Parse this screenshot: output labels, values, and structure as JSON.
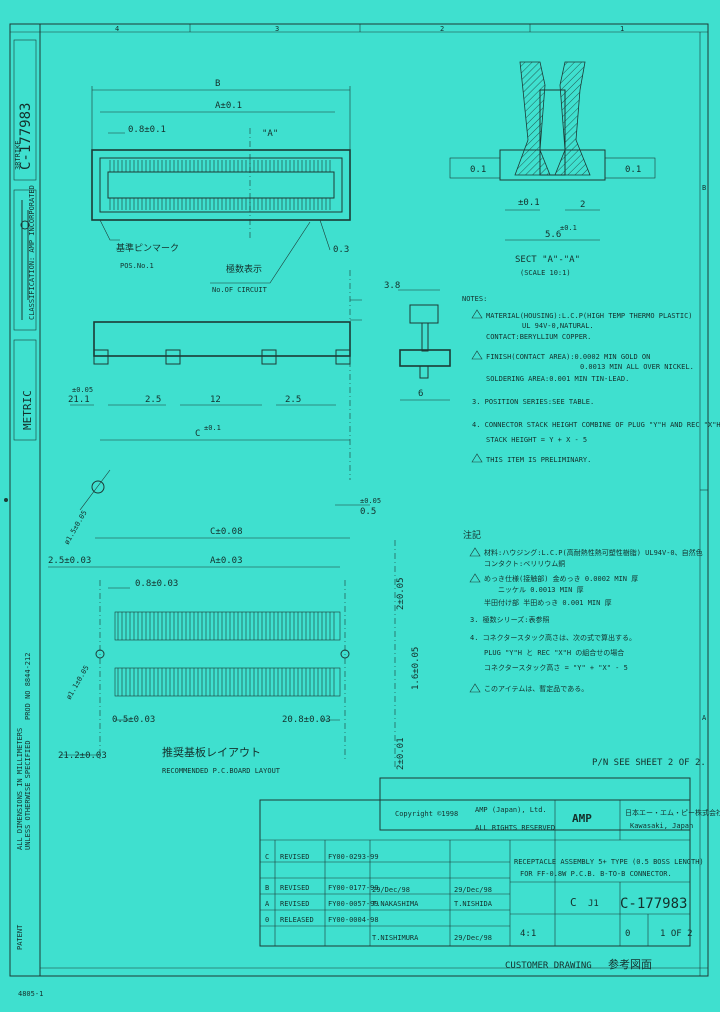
{
  "border": {
    "zones": [
      "4",
      "3",
      "2",
      "1"
    ],
    "rows": [
      "A",
      "B"
    ]
  },
  "side_stamps": {
    "drawing_no": "C-177983",
    "metric": "METRIC",
    "amp_logo": "AMP",
    "top_small": "3RTRIKE",
    "mid_small": "CLASSIFICATION: AMP INCORPORATED",
    "bottom_small": "ALL DIMENSIONS IN MILLIMETERS",
    "bottom_small2": "UNLESS OTHERWISE SPECIFIED",
    "doc_no": "PROD NO 8844-212",
    "bottom_corner": "PATENT",
    "footer_left": "4805-1"
  },
  "top_view": {
    "dim_b": "B",
    "dim_a": "A±0.1",
    "dim_pitch": "0.8±0.1",
    "section": "\"A\"",
    "pos1_jp": "基準ピンマーク",
    "pos1_en": "POS.No.1",
    "dim_03": "0.3",
    "circuits_jp": "極数表示",
    "circuits_en": "No.OF CIRCUIT"
  },
  "section_view": {
    "title": "SECT \"A\"-\"A\"",
    "scale": "(SCALE 10:1)",
    "dim_1": "±0.1",
    "dim_2": "2",
    "dim_56": "5.6",
    "dim_56_tol": "±0.1",
    "flat_label": "0.1"
  },
  "side_view": {
    "dim_c": "C",
    "dim_c_tol": "±0.1",
    "dim_21": "21.1",
    "dim_005": "±0.05",
    "dim_25a": "2.5",
    "dim_12": "12",
    "dim_25b": "2.5",
    "dim_005b": "±0.05",
    "dim_05": "0.5",
    "dim_38": "3.8",
    "dim_6": "6",
    "dia_hole": "ø1.5±0.05"
  },
  "notes": {
    "header": "NOTES:",
    "items": [
      "MATERIAL(HOUSING):L.C.P(HIGH TEMP THERMO PLASTIC)",
      "UL 94V-0,NATURAL.",
      "CONTACT:BERYLLIUM COPPER.",
      "FINISH(CONTACT AREA):0.0002 MIN GOLD ON",
      "0.0013 MIN ALL OVER NICKEL.",
      "SOLDERING AREA:0.001 MIN TIN-LEAD.",
      "3. POSITION SERIES:SEE TABLE.",
      "4. CONNECTOR STACK HEIGHT COMBINE OF PLUG \"Y\"H AND REC \"X\"H.",
      "STACK HEIGHT = Y + X - 5",
      "THIS ITEM IS PRELIMINARY."
    ],
    "jp_header": "注記",
    "jp_items": [
      "材料:ハウジング:L.C.P(高耐熱性熱可塑性樹脂) UL94V-0、自然色",
      "コンタクト:ベリリウム銅",
      "めっき仕様(接触部) 金めっき 0.0002 MIN 厚",
      "ニッケル 0.0013 MIN 厚",
      "半田付け部 半田めっき 0.001 MIN 厚",
      "3. 極数シリーズ:表参照",
      "4. コネクタースタック高さは、次の式で算出する。",
      "PLUG \"Y\"H と REC \"X\"H の組合せの場合",
      "コネクタースタック高さ = \"Y\" + \"X\" - 5",
      "このアイテムは、暫定品である。"
    ]
  },
  "pcb_layout": {
    "dim_c008": "C±0.08",
    "dim_25": "2.5±0.03",
    "dim_a": "A±0.03",
    "dim_08": "0.8±0.03",
    "dim_05": "0.5±0.03",
    "dim_208": "20.8±0.03",
    "dim_212": "21.2±0.03",
    "dim_2005": "2±0.05",
    "dim_16": "1.6±0.05",
    "dim_2101": "2±0.01",
    "hole1": "ø1.1±0.05",
    "title_jp": "推奨基板レイアウト",
    "title_en": "RECOMMENDED P.C.BOARD LAYOUT"
  },
  "pn_note": "P/N SEE SHEET 2 OF 2.",
  "title_block": {
    "copyright1": "Copyright ©1998",
    "copyright2": "AMP (Japan), Ltd.",
    "copyright3": "ALL RIGHTS RESERVED",
    "company": "AMP",
    "company_jp": "日本エー・エム・ピー株式会社",
    "company_city": "Kawasaki, Japan",
    "description": "RECEPTACLE ASSEMBLY 5+ TYPE (0.5 BOSS LENGTH)",
    "description2": "FOR FF-0.8W P.C.B. B-TO-B CONNECTOR.",
    "size": "C",
    "cage": "J1",
    "drawing_no": "C-177983",
    "scale": "4:1",
    "weight": "0",
    "sheet": "1 OF 2",
    "revisions": [
      {
        "ltr": "C",
        "desc": "REVISED",
        "ec": "FY00-0293-99"
      },
      {
        "ltr": "B",
        "desc": "REVISED",
        "ec": "FY00-0177-99"
      },
      {
        "ltr": "A",
        "desc": "REVISED",
        "ec": "FY00-0057-99"
      },
      {
        "ltr": "0",
        "desc": "RELEASED",
        "ec": "FY00-0004-98"
      }
    ],
    "names": [
      "T.NAKASHIMA",
      "T.NISHIDA",
      "T.NISHIMURA"
    ],
    "dates": [
      "29/Dec/98",
      "29/Dec/98",
      "29/Dec/98"
    ],
    "footer": "CUSTOMER DRAWING",
    "footer_jp": "参考図面"
  }
}
